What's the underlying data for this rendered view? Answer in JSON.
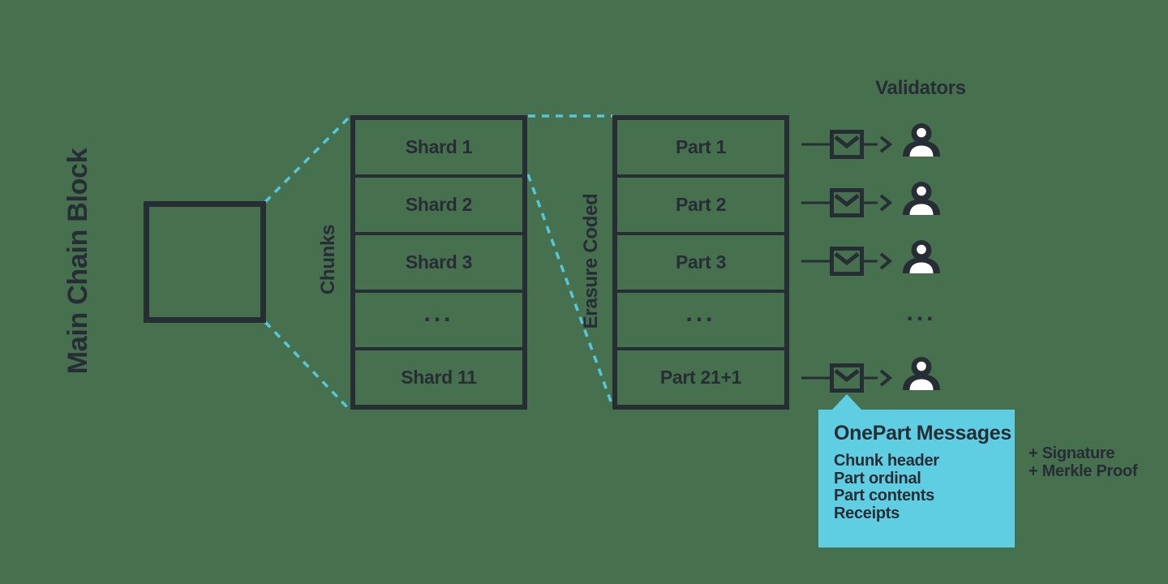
{
  "colors": {
    "background": "#47704F",
    "ink": "#272D34",
    "cyan": "#54C7DB",
    "callout": "#60CEE2",
    "white": "#FFFFFF"
  },
  "main_block": {
    "label": "Main Chain Block"
  },
  "chunks_column": {
    "label": "Chunks",
    "cells": [
      "Shard 1",
      "Shard 2",
      "Shard 3",
      "...",
      "Shard 11"
    ]
  },
  "parts_column": {
    "label": "Erasure Coded",
    "cells": [
      "Part 1",
      "Part 2",
      "Part 3",
      "...",
      "Part 21+1"
    ]
  },
  "validators": {
    "label": "Validators",
    "ellipsis": "..."
  },
  "callout": {
    "title": "OnePart Messages",
    "items": [
      "Chunk header",
      "Part ordinal",
      "Part contents",
      "Receipts"
    ]
  },
  "annotations": {
    "lines": [
      "+ Signature",
      "+ Merkle Proof"
    ]
  }
}
